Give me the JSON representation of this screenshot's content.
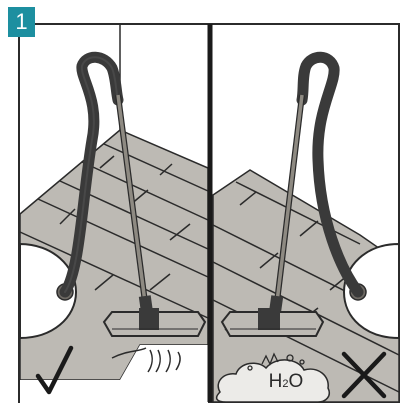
{
  "step_badge": {
    "number": "1",
    "color": "#1d8fa0"
  },
  "panels": [
    {
      "name": "correct-use",
      "status_icon": "checkmark-icon"
    },
    {
      "name": "incorrect-use",
      "status_icon": "x-mark-icon",
      "hazard_label": {
        "h": "H",
        "sub": "2",
        "o": "O"
      }
    }
  ],
  "colors": {
    "floor": "#bdbab4",
    "floor_lines": "#2b2b2b",
    "hose": "#3a3a3a",
    "tube": "#8e8a82",
    "divider": "#1a1a1a"
  }
}
